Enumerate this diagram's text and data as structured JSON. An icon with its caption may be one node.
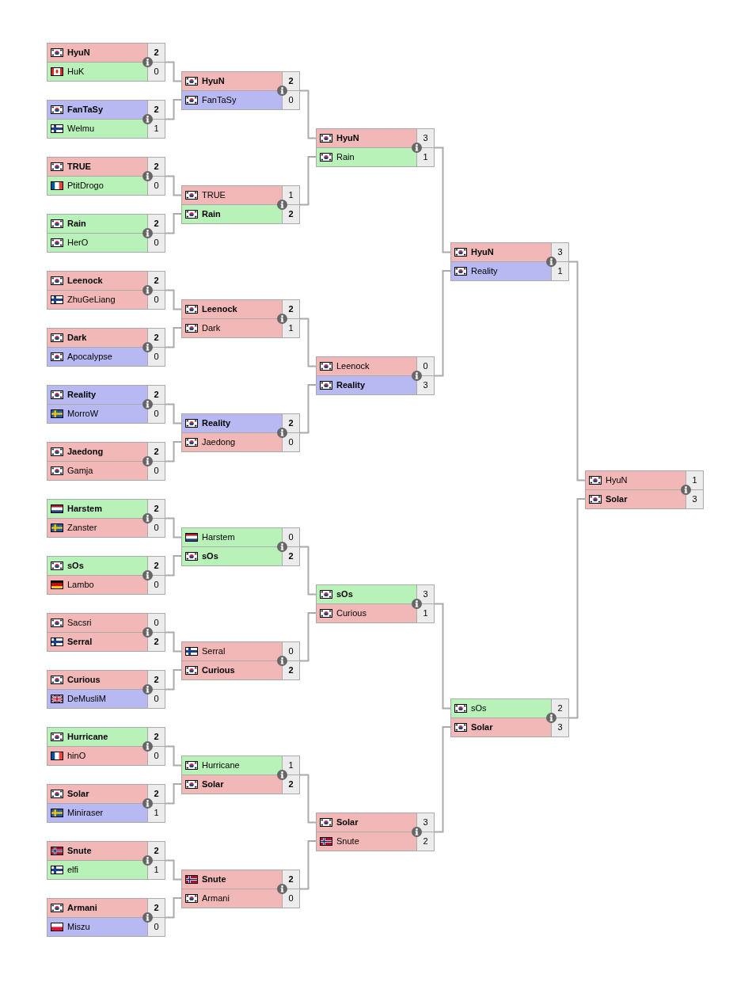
{
  "diagram": {
    "nodes": [
      {
        "text": [],
        "shape": "box"
      },
      {
        "text": [
          "HyuN",
          "2"
        ],
        "in": 0
      },
      {
        "text": [
          "HuK",
          "0"
        ],
        "in": 0
      },
      {
        "text": [],
        "shape": "box"
      },
      {
        "text": [
          "FanTaSy",
          "2"
        ],
        "in": 3
      },
      {
        "text": [
          "Welmu",
          "1"
        ],
        "in": 3
      },
      {
        "text": [],
        "shape": "box"
      },
      {
        "text": [
          "TRUE",
          "2"
        ],
        "in": 6
      },
      {
        "text": [
          "PtitDrogo",
          "0"
        ],
        "in": 6
      },
      {
        "text": [],
        "shape": "box"
      },
      {
        "text": [
          "Rain",
          "2"
        ],
        "in": 9
      },
      {
        "text": [
          "HerO",
          "0"
        ],
        "in": 9
      },
      {
        "text": [],
        "shape": "box"
      },
      {
        "text": [
          "Leenock",
          "2"
        ],
        "in": 12
      },
      {
        "text": [
          "ZhuGeLiang",
          "0"
        ],
        "in": 12
      },
      {
        "text": [],
        "shape": "box"
      },
      {
        "text": [
          "Dark",
          "2"
        ],
        "in": 15
      },
      {
        "text": [
          "Apocalypse",
          "0"
        ],
        "in": 15
      },
      {
        "text": [],
        "shape": "box"
      },
      {
        "text": [
          "Reality",
          "2"
        ],
        "in": 18
      },
      {
        "text": [
          "MorroW",
          "0"
        ],
        "in": 18
      },
      {
        "text": [],
        "shape": "box"
      },
      {
        "text": [
          "Jaedong",
          "2"
        ],
        "in": 21
      },
      {
        "text": [
          "Gamja",
          "0"
        ],
        "in": 21
      },
      {
        "text": [],
        "shape": "box"
      },
      {
        "text": [
          "Harstem",
          "2"
        ],
        "in": 24
      },
      {
        "text": [
          "Zanster",
          "0"
        ],
        "in": 24
      },
      {
        "text": [],
        "shape": "box"
      },
      {
        "text": [
          "sOs",
          "2"
        ],
        "in": 27
      },
      {
        "text": [
          "Lambo",
          "0"
        ],
        "in": 27
      },
      {
        "text": [],
        "shape": "box"
      },
      {
        "text": [
          "Sacsri",
          "0"
        ],
        "in": 30
      },
      {
        "text": [
          "Serral",
          "2"
        ],
        "in": 30
      },
      {
        "text": [],
        "shape": "box"
      },
      {
        "text": [
          "Curious",
          "2"
        ],
        "in": 33
      },
      {
        "text": [
          "DeMusliM",
          "0"
        ],
        "in": 33
      },
      {
        "text": [],
        "shape": "box"
      },
      {
        "text": [
          "Hurricane",
          "2"
        ],
        "in": 36
      },
      {
        "text": [
          "hinO",
          "0"
        ],
        "in": 36
      },
      {
        "text": [],
        "shape": "box"
      },
      {
        "text": [
          "Solar",
          "2"
        ],
        "in": 39
      },
      {
        "text": [
          "Miniraser",
          "1"
        ],
        "in": 39
      },
      {
        "text": [],
        "shape": "box"
      },
      {
        "text": [
          "Snute",
          "2"
        ],
        "in": 42
      },
      {
        "text": [
          "elfi",
          "1"
        ],
        "in": 42
      },
      {
        "text": [],
        "shape": "box"
      },
      {
        "text": [
          "Armani",
          "2"
        ],
        "in": 45
      },
      {
        "text": [
          "Miszu",
          "0"
        ],
        "in": 45
      },
      {
        "text": [],
        "shape": "box"
      },
      {
        "text": [
          "HyuN",
          "2"
        ],
        "in": 48
      },
      {
        "text": [
          "FanTaSy",
          "0"
        ],
        "in": 48
      },
      {
        "text": [],
        "shape": "box"
      },
      {
        "text": [
          "TRUE",
          "1"
        ],
        "in": 51
      },
      {
        "text": [
          "Rain",
          "2"
        ],
        "in": 51
      },
      {
        "text": [],
        "shape": "box"
      },
      {
        "text": [
          "Leenock",
          "2"
        ],
        "in": 54
      },
      {
        "text": [
          "Dark",
          "1"
        ],
        "in": 54
      },
      {
        "text": [],
        "shape": "box"
      },
      {
        "text": [
          "Reality",
          "2"
        ],
        "in": 57
      },
      {
        "text": [
          "Jaedong",
          "0"
        ],
        "in": 57
      },
      {
        "text": [],
        "shape": "box"
      },
      {
        "text": [
          "Harstem",
          "0"
        ],
        "in": 60
      },
      {
        "text": [
          "sOs",
          "2"
        ],
        "in": 60
      },
      {
        "text": [],
        "shape": "box"
      },
      {
        "text": [
          "Serral",
          "0"
        ],
        "in": 63
      },
      {
        "text": [
          "Curious",
          "2"
        ],
        "in": 63
      },
      {
        "text": [],
        "shape": "box"
      },
      {
        "text": [
          "Hurricane",
          "1"
        ],
        "in": 66
      },
      {
        "text": [
          "Solar",
          "2"
        ],
        "in": 66
      },
      {
        "text": [],
        "shape": "box"
      },
      {
        "text": [
          "Snute",
          "2"
        ],
        "in": 69
      },
      {
        "text": [
          "Armani",
          "0"
        ],
        "in": 69
      },
      {
        "text": [],
        "shape": "box"
      },
      {
        "text": [
          "HyuN",
          "3"
        ],
        "in": 72
      },
      {
        "text": [
          "Rain",
          "1"
        ],
        "in": 72
      },
      {
        "text": [],
        "shape": "box"
      },
      {
        "text": [
          "Leenock",
          "0"
        ],
        "in": 75
      },
      {
        "text": [
          "Reality",
          "3"
        ],
        "in": 75
      },
      {
        "text": [],
        "shape": "box"
      },
      {
        "text": [
          "sOs",
          "3"
        ],
        "in": 78
      },
      {
        "text": [
          "Curious",
          "1"
        ],
        "in": 78
      },
      {
        "text": [],
        "shape": "box"
      },
      {
        "text": [
          "Solar",
          "3"
        ],
        "in": 81
      },
      {
        "text": [
          "Snute",
          "2"
        ],
        "in": 81
      },
      {
        "text": [],
        "shape": "box"
      },
      {
        "text": [
          "HyuN",
          "3"
        ],
        "in": 84
      },
      {
        "text": [
          "Reality",
          "1"
        ],
        "in": 84
      },
      {
        "text": [],
        "shape": "box"
      },
      {
        "text": [
          "sOs",
          "2"
        ],
        "in": 87
      },
      {
        "text": [
          "Solar",
          "3"
        ],
        "in": 87
      },
      {
        "text": [],
        "shape": "box"
      },
      {
        "text": [
          "HyuN",
          "1"
        ],
        "in": 90
      },
      {
        "text": [
          "Solar",
          "3"
        ],
        "in": 90
      }
    ],
    "edges": [
      {
        "from": 0,
        "to": 49,
        "arrow": "none"
      },
      {
        "from": 3,
        "to": 50,
        "arrow": "none"
      },
      {
        "from": 6,
        "to": 52,
        "arrow": "none"
      },
      {
        "from": 9,
        "to": 53,
        "arrow": "none"
      },
      {
        "from": 12,
        "to": 55,
        "arrow": "none"
      },
      {
        "from": 15,
        "to": 56,
        "arrow": "none"
      },
      {
        "from": 18,
        "to": 58,
        "arrow": "none"
      },
      {
        "from": 21,
        "to": 59,
        "arrow": "none"
      },
      {
        "from": 24,
        "to": 61,
        "arrow": "none"
      },
      {
        "from": 27,
        "to": 62,
        "arrow": "none"
      },
      {
        "from": 30,
        "to": 64,
        "arrow": "none"
      },
      {
        "from": 33,
        "to": 65,
        "arrow": "none"
      },
      {
        "from": 36,
        "to": 67,
        "arrow": "none"
      },
      {
        "from": 39,
        "to": 68,
        "arrow": "none"
      },
      {
        "from": 42,
        "to": 70,
        "arrow": "none"
      },
      {
        "from": 45,
        "to": 71,
        "arrow": "none"
      },
      {
        "from": 48,
        "to": 73,
        "arrow": "none"
      },
      {
        "from": 51,
        "to": 74,
        "arrow": "none"
      },
      {
        "from": 54,
        "to": 76,
        "arrow": "none"
      },
      {
        "from": 57,
        "to": 77,
        "arrow": "none"
      },
      {
        "from": 60,
        "to": 79,
        "arrow": "none"
      },
      {
        "from": 63,
        "to": 80,
        "arrow": "none"
      },
      {
        "from": 66,
        "to": 82,
        "arrow": "none"
      },
      {
        "from": 69,
        "to": 83,
        "arrow": "none"
      },
      {
        "from": 72,
        "to": 85,
        "arrow": "none"
      },
      {
        "from": 75,
        "to": 86,
        "arrow": "none"
      },
      {
        "from": 78,
        "to": 88,
        "arrow": "none"
      },
      {
        "from": 81,
        "to": 89,
        "arrow": "none"
      },
      {
        "from": 84,
        "to": 91,
        "arrow": "none"
      },
      {
        "from": 87,
        "to": 92,
        "arrow": "none"
      }
    ]
  }
}
